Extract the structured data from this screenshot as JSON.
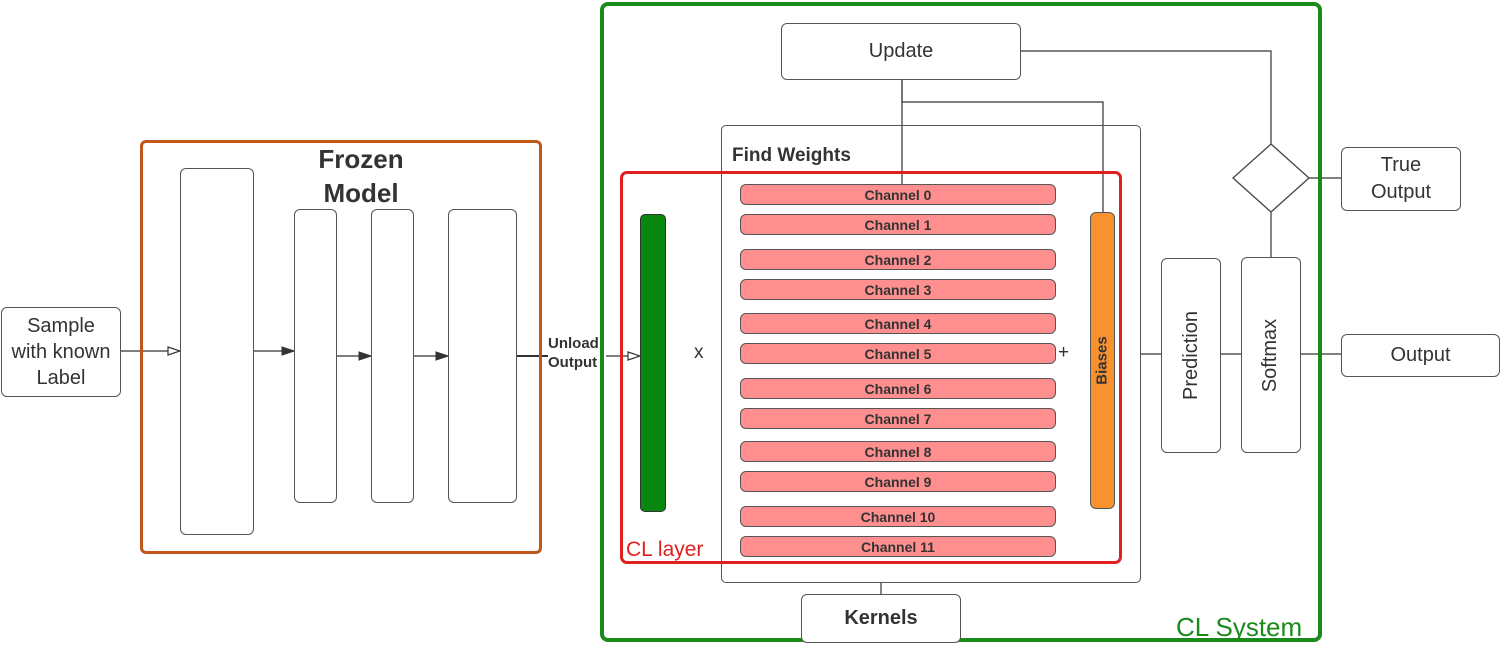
{
  "input": {
    "label_line1": "Sample",
    "label_line2": "with known",
    "label_line3": "Label"
  },
  "frozen_model": {
    "title_line1": "Frozen",
    "title_line2": "Model",
    "color": "#c0561a"
  },
  "unload": {
    "line1": "Unload",
    "line2": "Output"
  },
  "cl_system": {
    "label": "CL System",
    "color": "#1a8a1a"
  },
  "cl_layer": {
    "label": "CL layer",
    "color": "#e0201f"
  },
  "find_weights": {
    "title": "Find Weights"
  },
  "operators": {
    "multiply": "x",
    "add": "+"
  },
  "channels": [
    "Channel 0",
    "Channel 1",
    "Channel 2",
    "Channel 3",
    "Channel 4",
    "Channel 5",
    "Channel 6",
    "Channel 7",
    "Channel 8",
    "Channel 9",
    "Channel 10",
    "Channel 11"
  ],
  "biases": {
    "label": "Biases",
    "color": "#f7922e"
  },
  "input_bar": {
    "color": "#07870f"
  },
  "channel_color": "#ff8f8f",
  "update": {
    "label": "Update"
  },
  "kernels": {
    "label": "Kernels"
  },
  "prediction": {
    "label": "Prediction"
  },
  "softmax": {
    "label": "Softmax"
  },
  "true_output": {
    "line1": "True",
    "line2": "Output"
  },
  "output": {
    "label": "Output"
  }
}
